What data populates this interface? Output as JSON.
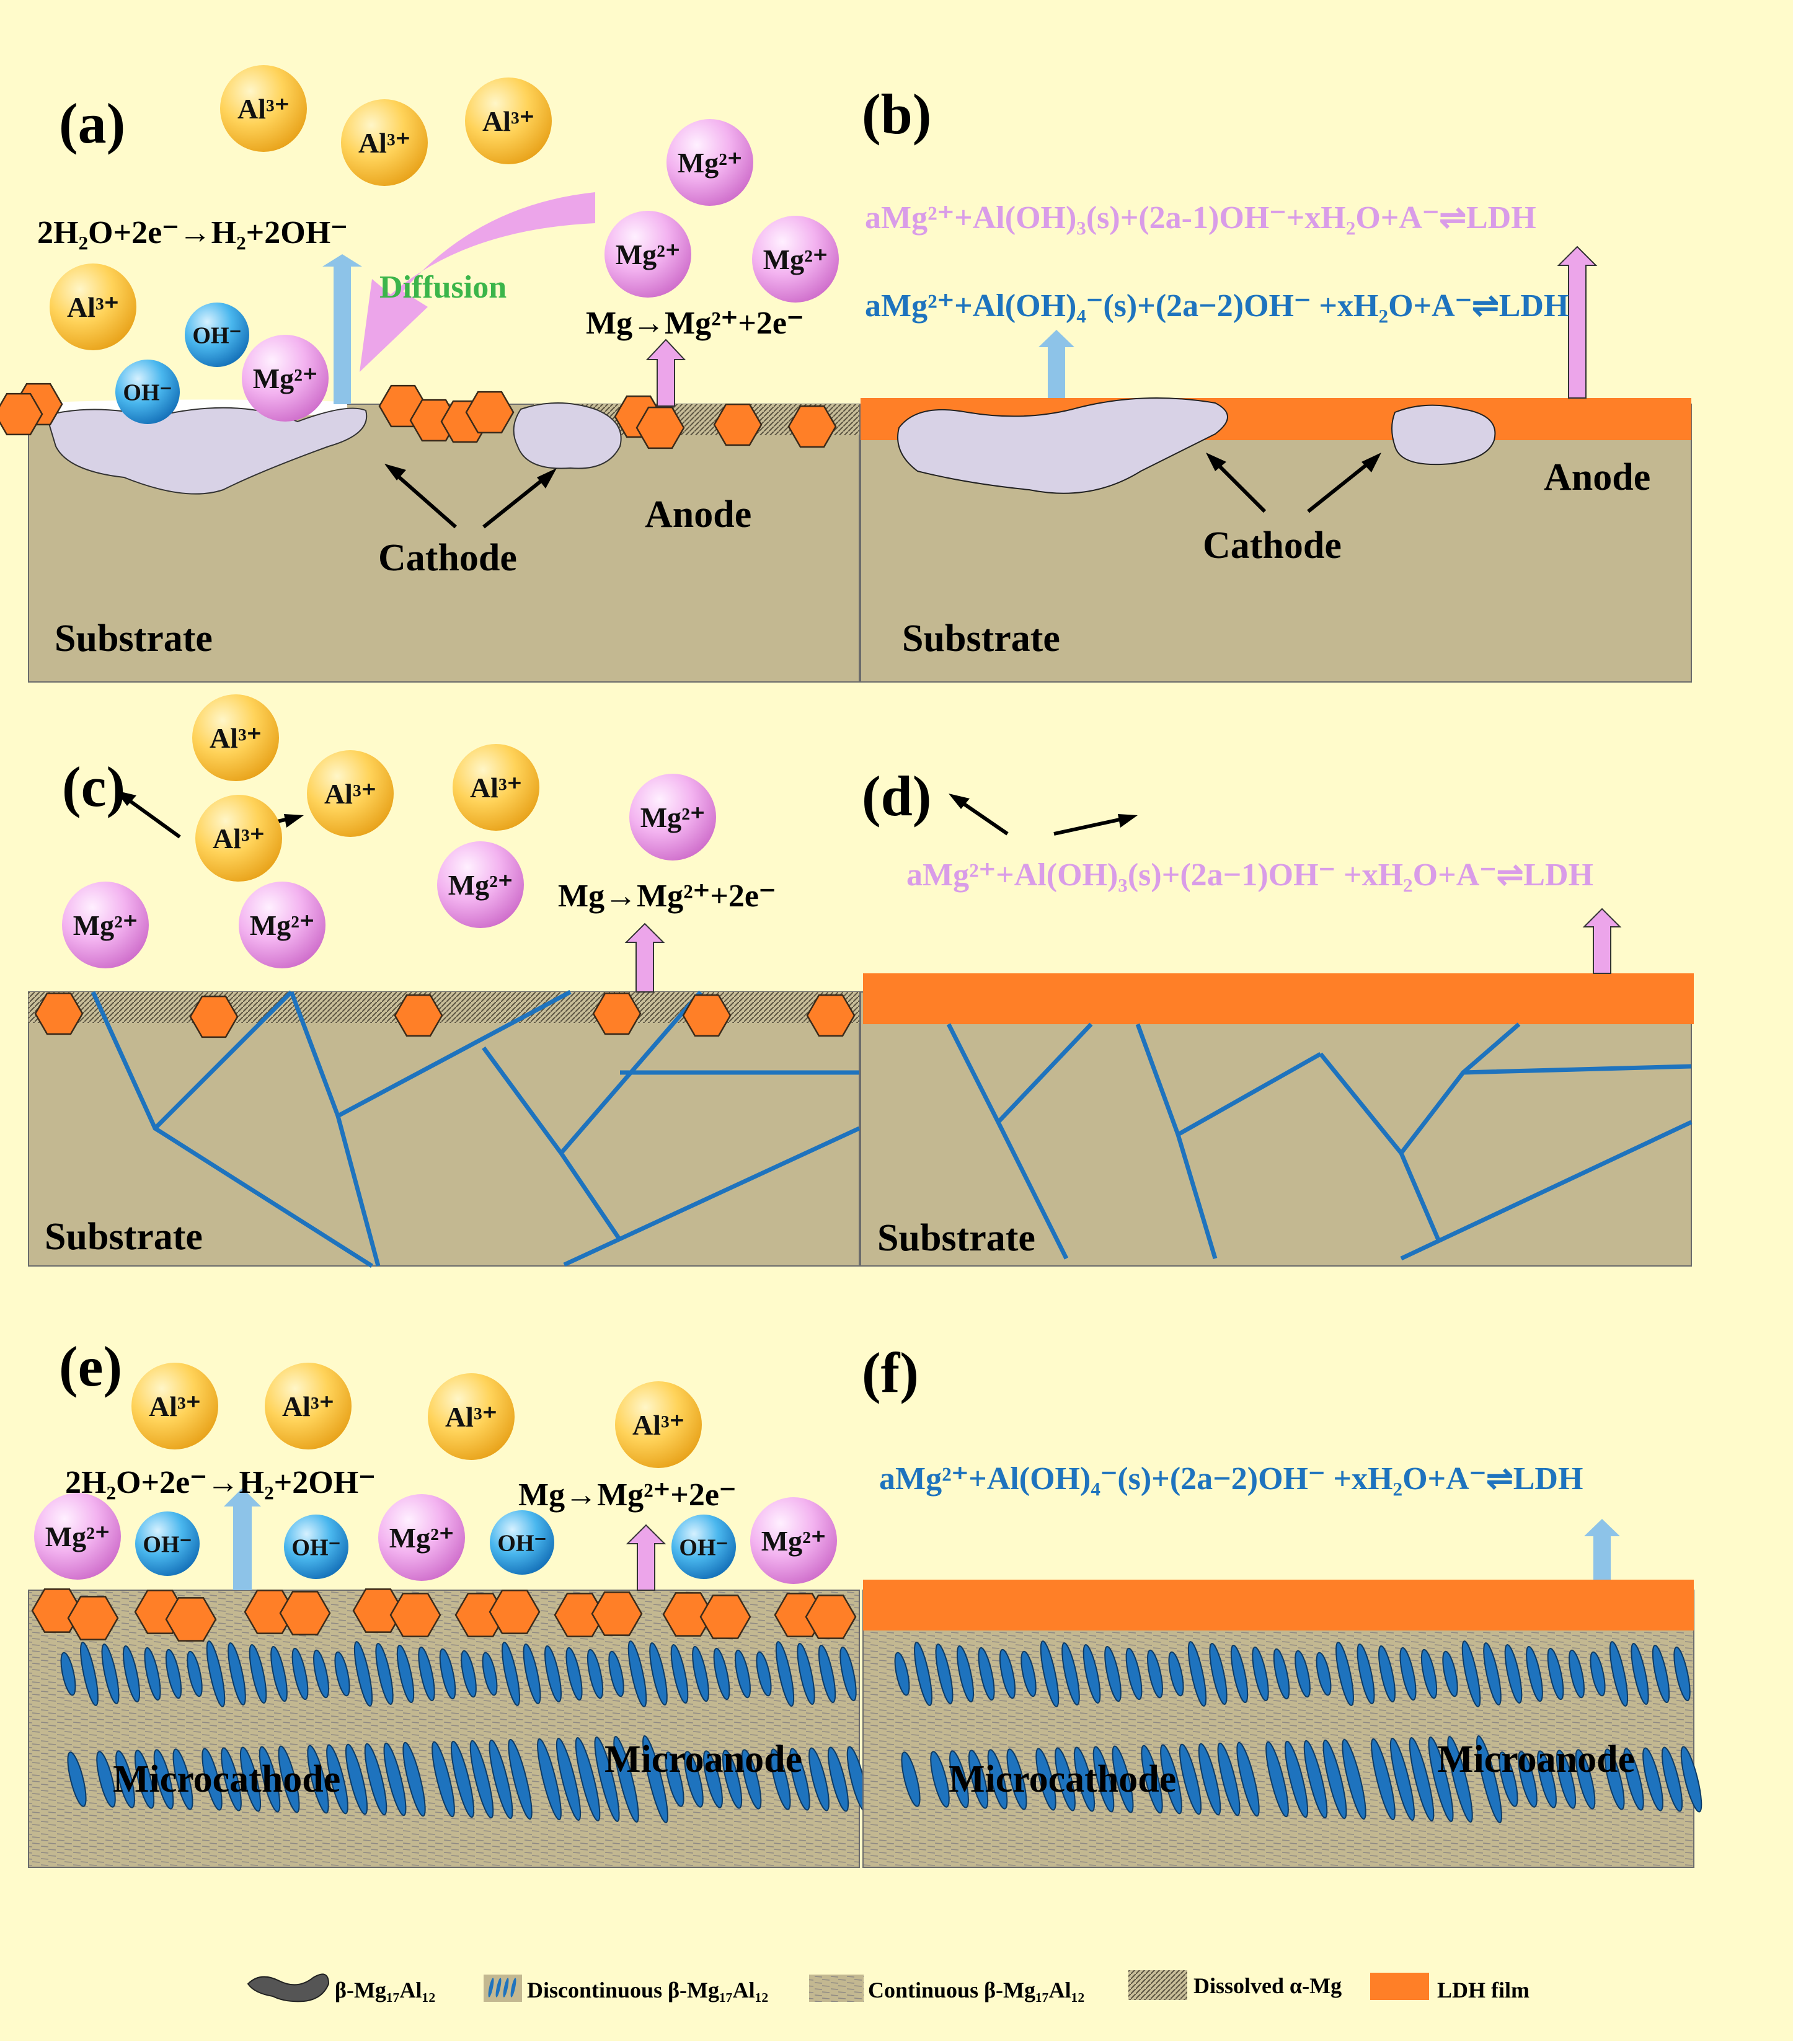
{
  "panels": {
    "a": {
      "label": "(a)",
      "reaction_h2": "2H₂O+2e⁻→H₂+2OH⁻",
      "reaction_mg": "Mg→Mg²⁺+2e⁻",
      "diffusion": "Diffusion",
      "cathode": "Cathode",
      "anode": "Anode",
      "substrate": "Substrate"
    },
    "b": {
      "label": "(b)",
      "eq_pink": "aMg²⁺+Al(OH)₃(s)+(2a-1)OH⁻+xH₂O+A⁻⇌LDH",
      "eq_blue": "aMg²⁺+Al(OH)₄⁻(s)+(2a−2)OH⁻ +xH₂O+A⁻⇌LDH",
      "cathode": "Cathode",
      "anode": "Anode",
      "substrate": "Substrate"
    },
    "c": {
      "label": "(c)",
      "reaction_mg": "Mg→Mg²⁺+2e⁻",
      "substrate": "Substrate"
    },
    "d": {
      "label": "(d)",
      "eq_pink": "aMg²⁺+Al(OH)₃(s)+(2a−1)OH⁻ +xH₂O+A⁻⇌LDH",
      "substrate": "Substrate"
    },
    "e": {
      "label": "(e)",
      "reaction_h2": "2H₂O+2e⁻→H₂+2OH⁻",
      "reaction_mg": "Mg→Mg²⁺+2e⁻",
      "microcathode": "Microcathode",
      "microanode": "Microanode"
    },
    "f": {
      "label": "(f)",
      "eq_blue": "aMg²⁺+Al(OH)₄⁻(s)+(2a−2)OH⁻ +xH₂O+A⁻⇌LDH",
      "microcathode": "Microcathode",
      "microanode": "Microanode"
    }
  },
  "ions": {
    "al": "Al³⁺",
    "mg": "Mg²⁺",
    "oh": "OH⁻"
  },
  "legend": {
    "beta": "β-Mg₁₇Al₁₂",
    "discontinuous": "Discontinuous β-Mg₁₇Al₁₂",
    "continuous": "Continuous β-Mg₁₇Al₁₂",
    "dissolved": "Dissolved α-Mg",
    "ldh": "LDH film"
  },
  "colors": {
    "background": "#FFFBCB",
    "substrate": "#C3B891",
    "ldh": "#FF7F27",
    "beta_phase": "#D8D2E6",
    "crack_line": "#1E73BE",
    "pink_text": "#D99CE8",
    "blue_text": "#1E73BE",
    "green_text": "#3BB54A"
  }
}
